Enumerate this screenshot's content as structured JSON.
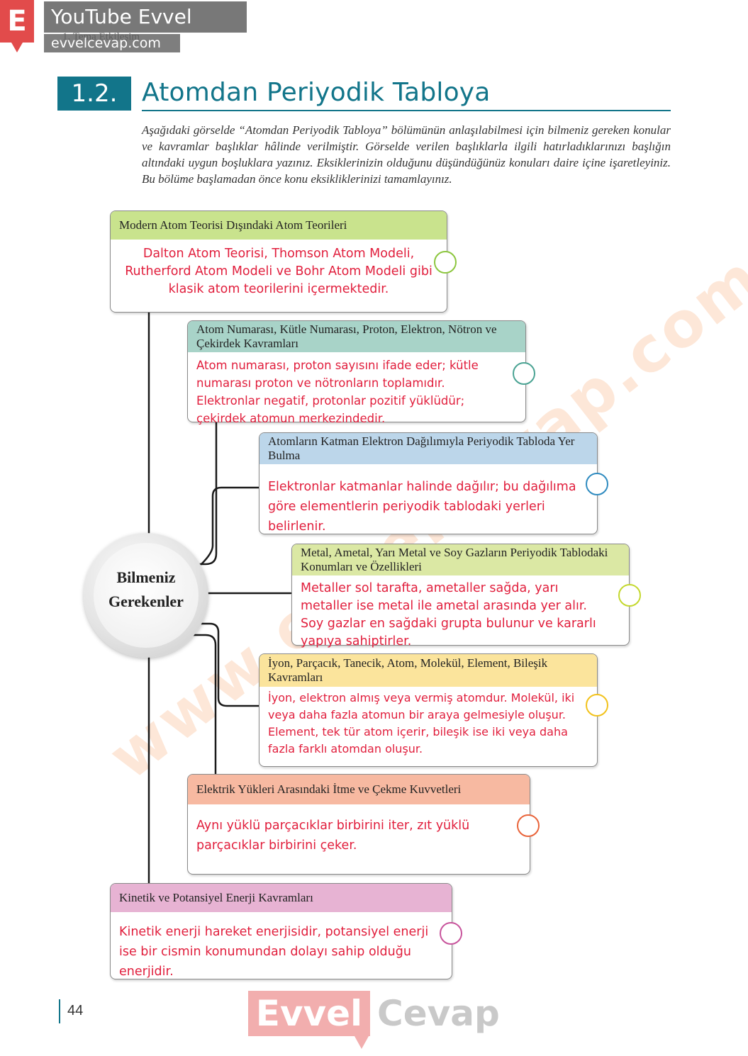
{
  "watermark": {
    "badge_letter": "E",
    "channel": "YouTube Evvel Cevap",
    "breadcrumb": "1. Tema Etkileşim",
    "site": "evvelcevap.com",
    "diagonal": "www.evvelcevap.com",
    "bottom_left": "Evvel",
    "bottom_right": "Cevap"
  },
  "section": {
    "number": "1.2.",
    "title": "Atomdan Periyodik Tabloya",
    "intro": "Aşağıdaki görselde “Atomdan Periyodik Tabloya” bölümünün anlaşılabilmesi için bilmeniz gereken konular ve kavramlar başlıklar hâlinde verilmiştir. Görselde verilen başlıklarla ilgili hatırladıklarınızı başlığın altındaki uygun boşluklara yazınız. Eksiklerinizin olduğunu düşündüğünüz konuları daire içine işaretleyiniz. Bu bölüme başlamadan önce konu eksikliklerinizi tamamlayınız."
  },
  "hub": {
    "line1": "Bilmeniz",
    "line2": "Gerekenler"
  },
  "cards": [
    {
      "title": "Modern Atom Teorisi Dışındaki Atom Teorileri",
      "answer": "Dalton Atom Teorisi, Thomson Atom Modeli, Rutherford Atom Modeli ve Bohr Atom Modeli gibi klasik atom teorilerini içermektedir.",
      "color": "#c9e38d",
      "circle_color": "#8cc63e"
    },
    {
      "title": "Atom Numarası, Kütle Numarası, Proton, Elektron, Nötron ve Çekirdek Kavramları",
      "answer": "Atom numarası, proton sayısını ifade eder; kütle numarası proton ve nötronların toplamıdır. Elektronlar negatif, protonlar pozitif yüklüdür; çekirdek atomun merkezindedir.",
      "color": "#a8d3c8",
      "circle_color": "#4aa393"
    },
    {
      "title": "Atomların Katman Elektron Dağılımıyla Periyodik Tabloda Yer Bulma",
      "answer": "Elektronlar katmanlar halinde dağılır; bu dağılıma göre elementlerin periyodik tablodaki yerleri belirlenir.",
      "color": "#bcd6ea",
      "circle_color": "#2f8bc0"
    },
    {
      "title": "Metal, Ametal, Yarı Metal ve Soy Gazların Periyodik Tablodaki Konumları ve Özellikleri",
      "answer": "Metaller sol tarafta, ametaller sağda, yarı metaller ise metal ile ametal arasında yer alır. Soy gazlar en sağdaki grupta bulunur ve kararlı yapıya sahiptirler.",
      "color": "#dbe8a4",
      "circle_color": "#c4d82e"
    },
    {
      "title": "İyon, Parçacık, Tanecik, Atom, Molekül, Element, Bileşik Kavramları",
      "answer": "İyon, elektron almış veya vermiş atomdur. Molekül, iki veya daha fazla atomun bir araya gelmesiyle oluşur. Element, tek tür atom içerir, bileşik ise iki veya daha fazla farklı atomdan oluşur.",
      "color": "#fbe49c",
      "circle_color": "#f2c21b"
    },
    {
      "title": "Elektrik Yükleri Arasındaki İtme ve Çekme Kuvvetleri",
      "answer": "Aynı yüklü parçacıklar birbirini iter, zıt yüklü parçacıklar birbirini çeker.",
      "color": "#f7b9a1",
      "circle_color": "#e9643a"
    },
    {
      "title": "Kinetik ve Potansiyel Enerji Kavramları",
      "answer": "Kinetik enerji hareket enerjisidir, potansiyel enerji ise bir cismin konumundan dolayı sahip olduğu enerjidir.",
      "color": "#e7b3d3",
      "circle_color": "#c8549c"
    }
  ],
  "page_number": "44"
}
